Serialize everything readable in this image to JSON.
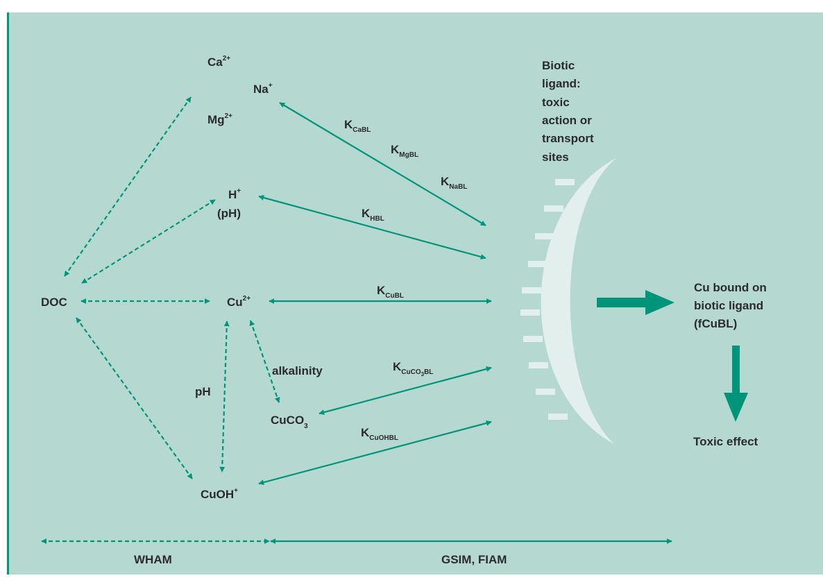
{
  "colors": {
    "panel": "#b5d8d0",
    "accent": "#00957a",
    "ligand": "#e2efec",
    "text": "#2b2b2b"
  },
  "nodes": {
    "ca": {
      "base": "Ca",
      "sup": "2+"
    },
    "na": {
      "base": "Na",
      "sup": "+"
    },
    "mg": {
      "base": "Mg",
      "sup": "2+"
    },
    "h": {
      "base": "H",
      "sup": "+"
    },
    "ph_paren": "(pH)",
    "doc": "DOC",
    "cu": {
      "base": "Cu",
      "sup": "2+"
    },
    "cuco3": {
      "base": "CuCO",
      "sub": "3"
    },
    "cuoh": {
      "base": "CuOH",
      "sup": "+"
    }
  },
  "constants": {
    "kcabl": {
      "k": "K",
      "sub": "CaBL"
    },
    "kmgbl": {
      "k": "K",
      "sub": "MgBL"
    },
    "knabl": {
      "k": "K",
      "sub": "NaBL"
    },
    "khbl": {
      "k": "K",
      "sub": "HBL"
    },
    "kcubl": {
      "k": "K",
      "sub": "CuBL"
    },
    "kcuco3bl": {
      "k": "K",
      "sub_a": "CuCO",
      "sub_b": "3",
      "sub_c": "BL"
    },
    "kcuohbl": {
      "k": "K",
      "sub": "CuOHBL"
    }
  },
  "labels": {
    "alkalinity": "alkalinity",
    "ph": "pH",
    "biotic_ligand": [
      "Biotic",
      "ligand:",
      "toxic",
      "action or",
      "transport",
      "sites"
    ],
    "cu_bound": [
      "Cu bound on",
      "biotic ligand",
      "(fCuBL)"
    ],
    "toxic_effect": "Toxic effect",
    "wham": "WHAM",
    "gsim_fiam": "GSIM, FIAM"
  }
}
